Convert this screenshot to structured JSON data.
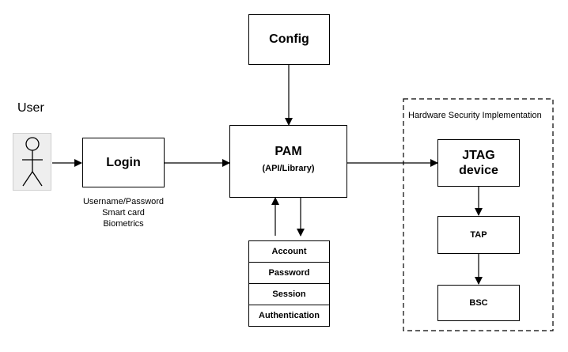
{
  "nodes": {
    "config": "Config",
    "user": "User",
    "login": "Login",
    "pam_title": "PAM",
    "pam_subtitle": "(API/Library)",
    "hardware_group": "Hardware Security Implementation",
    "jtag_line1": "JTAG",
    "jtag_line2": "device",
    "tap": "TAP",
    "bsc": "BSC"
  },
  "login_methods": [
    "Username/Password",
    "Smart card",
    "Biometrics"
  ],
  "pam_modules": [
    "Account",
    "Password",
    "Session",
    "Authentication"
  ]
}
